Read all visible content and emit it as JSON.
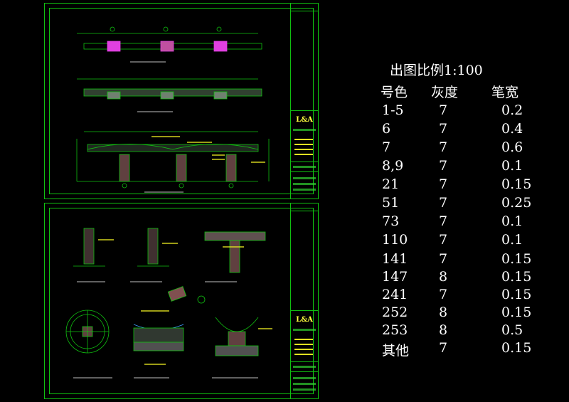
{
  "legend": {
    "title": "出图比例1:100",
    "headers": [
      "号色",
      "灰度",
      "笔宽"
    ],
    "rows": [
      {
        "color": "1-5",
        "gray": "7",
        "width": "0.2"
      },
      {
        "color": "6",
        "gray": "7",
        "width": "0.4"
      },
      {
        "color": "7",
        "gray": "7",
        "width": "0.6"
      },
      {
        "color": "8,9",
        "gray": "7",
        "width": "0.1"
      },
      {
        "color": "21",
        "gray": "7",
        "width": "0.15"
      },
      {
        "color": "51",
        "gray": "7",
        "width": "0.25"
      },
      {
        "color": "73",
        "gray": "7",
        "width": "0.1"
      },
      {
        "color": "110",
        "gray": "7",
        "width": "0.1"
      },
      {
        "color": "141",
        "gray": "7",
        "width": "0.15"
      },
      {
        "color": "147",
        "gray": "8",
        "width": "0.15"
      },
      {
        "color": "241",
        "gray": "7",
        "width": "0.15"
      },
      {
        "color": "252",
        "gray": "8",
        "width": "0.15"
      },
      {
        "color": "253",
        "gray": "8",
        "width": "0.5"
      },
      {
        "color": "其他",
        "gray": "7",
        "width": "0.15"
      }
    ]
  },
  "sheets": {
    "top": {
      "logo": "L&A"
    },
    "bottom": {
      "logo": "L&A"
    }
  },
  "colors": {
    "frame": "#10c010",
    "background": "#000000",
    "text": "#ffffff",
    "accent_magenta": "#e040e0",
    "accent_yellow": "#e0e020"
  }
}
